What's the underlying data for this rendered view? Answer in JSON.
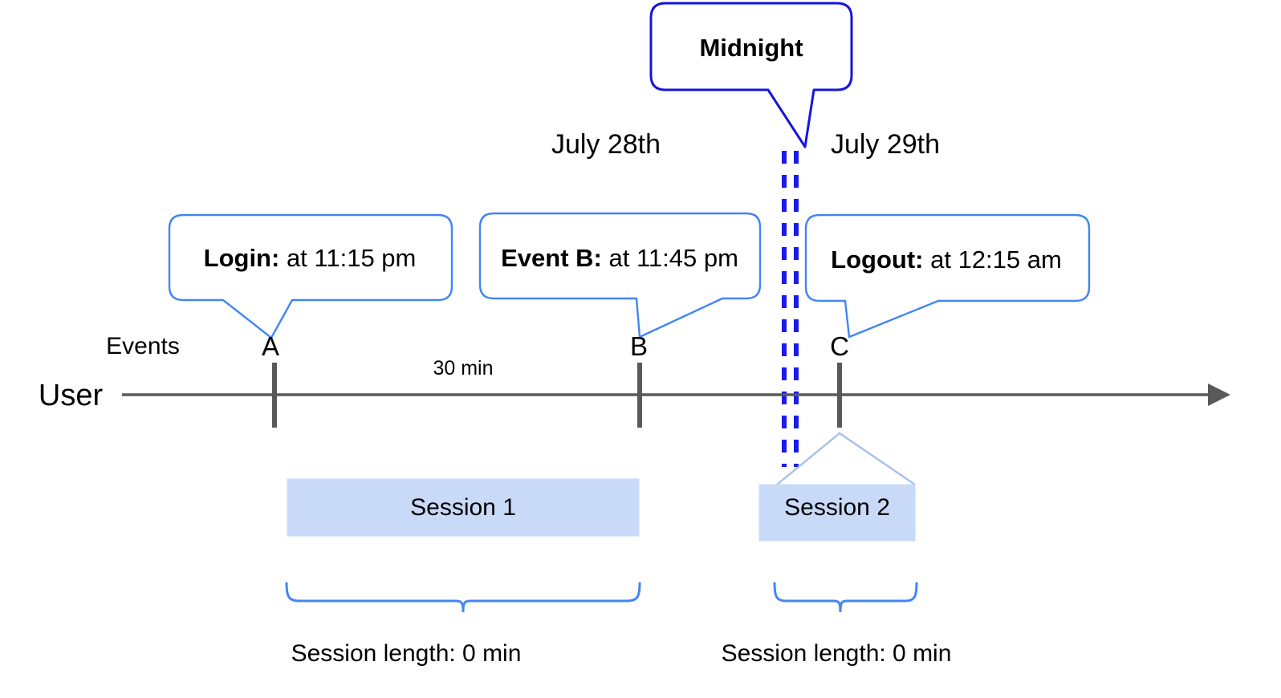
{
  "diagram": {
    "title_text": "Midnight",
    "axis_label": "User",
    "row_label": "Events",
    "colors": {
      "callout_border": "#4285f4",
      "midnight_border": "#1515dd",
      "midnight_dash": "#1a1aee",
      "session_fill": "#c9daf8",
      "session_stroke": "#a6c0ec",
      "axis": "#595959",
      "tick": "#595959",
      "brace": "#4285f4",
      "text": "#000000"
    }
  },
  "dates": [
    {
      "label": "July 28th"
    },
    {
      "label": "July 29th"
    }
  ],
  "midnight_callout": {
    "label": "Midnight"
  },
  "events": [
    {
      "marker": "A",
      "bold": "Login:",
      "rest": " at 11:15 pm",
      "time": "11:15 pm"
    },
    {
      "marker": "B",
      "bold": "Event B:",
      "rest": " at 11:45 pm",
      "time": "11:45 pm"
    },
    {
      "marker": "C",
      "bold": "Logout:",
      "rest": " at 12:15 am",
      "time": "12:15 am"
    }
  ],
  "interval_label": "30 min",
  "sessions": [
    {
      "name": "Session 1",
      "length_label": "Session length: 0 min"
    },
    {
      "name": "Session 2",
      "length_label": "Session length: 0 min"
    }
  ]
}
